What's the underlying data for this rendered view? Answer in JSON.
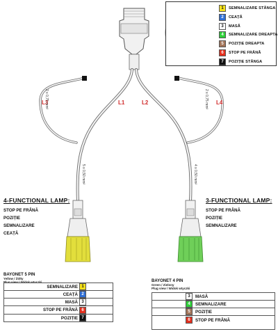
{
  "colors": {
    "yellow": "#f7e21b",
    "blue": "#2f6fd6",
    "white": "#ffffff",
    "green": "#2fcf3a",
    "brown": "#a2755a",
    "red": "#e4301e",
    "black": "#111111",
    "connector_yellow": "#e2de3c",
    "connector_green": "#6fcf59",
    "label_red": "#d02a2a"
  },
  "legend": {
    "items": [
      {
        "num": "1",
        "color": "yellow",
        "label": "SEMNALIZARE STÂNGA"
      },
      {
        "num": "2",
        "color": "blue",
        "label": "CEAȚĂ"
      },
      {
        "num": "3",
        "color": "white",
        "label": "MASĂ"
      },
      {
        "num": "4",
        "color": "green",
        "label": "SEMNALIZARE DREAPTA"
      },
      {
        "num": "5",
        "color": "brown",
        "label": "POZIȚIE DREAPTA"
      },
      {
        "num": "6",
        "color": "red",
        "label": "STOP PE FRÂNĂ"
      },
      {
        "num": "7",
        "color": "black",
        "label": "POZIȚIE STÂNGA"
      }
    ]
  },
  "wires": {
    "L1": "L1",
    "L2": "L2",
    "L3": "L3",
    "L4": "L4",
    "left_spec": "2 x 0,75 mm²",
    "right_spec": "2 x 0,75 mm²",
    "mid_left_spec": "5 x 0,50 mm²",
    "mid_right_spec": "4 x 0,50 mm²"
  },
  "left_lamp": {
    "title": "4-FUNCTIONAL LAMP:",
    "items": [
      "STOP PE FRÂNĂ",
      "POZIȚIE",
      "SEMNALIZARE",
      "CEAȚĂ"
    ]
  },
  "right_lamp": {
    "title": "3-FUNCTIONAL LAMP:",
    "items": [
      "STOP PE FRÂNĂ",
      "POZIȚIE",
      "SEMNALIZARE"
    ]
  },
  "bayonet5": {
    "title": "BAYONET 5 PIN",
    "subtitle1": "Yellow / Żółty",
    "subtitle2": "Plug view / Widok wtyczki",
    "rows": [
      {
        "label": "SEMNALIZARE",
        "num": "1",
        "color": "yellow"
      },
      {
        "label": "CEAȚĂ",
        "num": "2",
        "color": "blue"
      },
      {
        "label": "MASĂ",
        "num": "3",
        "color": "white"
      },
      {
        "label": "STOP PE FRÂNĂ",
        "num": "6",
        "color": "red"
      },
      {
        "label": "POZIȚIE",
        "num": "7",
        "color": "black"
      }
    ]
  },
  "bayonet4": {
    "title": "BAYONET 4 PIN",
    "subtitle1": "Green / Zielony",
    "subtitle2": "Plug view / Widok wtyczki",
    "rows": [
      {
        "label": "MASĂ",
        "num": "3",
        "color": "white"
      },
      {
        "label": "SEMNALIZARE",
        "num": "4",
        "color": "green"
      },
      {
        "label": "POZIȚIE",
        "num": "5",
        "color": "brown"
      },
      {
        "label": "STOP PE FRÂNĂ",
        "num": "6",
        "color": "red"
      }
    ]
  }
}
